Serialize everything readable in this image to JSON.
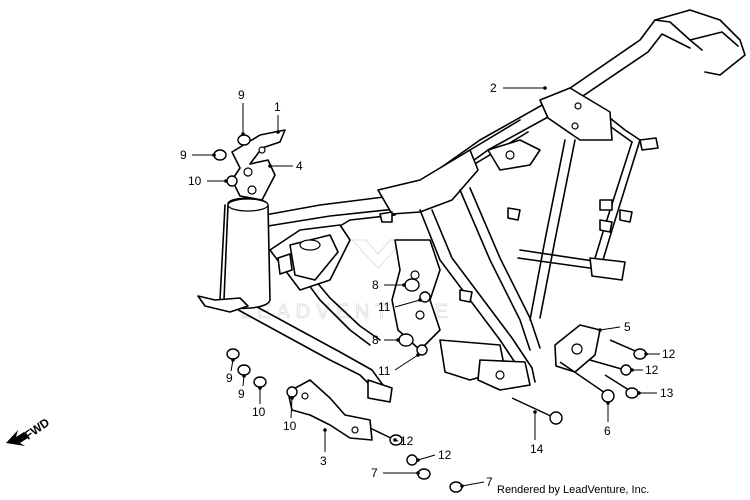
{
  "watermark": "LEADVENTURE",
  "fwd_label": "FWD",
  "credit": "Rendered by LeadVenture, Inc.",
  "callouts": [
    {
      "id": "2",
      "label": "2"
    },
    {
      "id": "9a",
      "label": "9"
    },
    {
      "id": "1",
      "label": "1"
    },
    {
      "id": "9b",
      "label": "9"
    },
    {
      "id": "4",
      "label": "4"
    },
    {
      "id": "10a",
      "label": "10"
    },
    {
      "id": "8a",
      "label": "8"
    },
    {
      "id": "11a",
      "label": "11"
    },
    {
      "id": "8b",
      "label": "8"
    },
    {
      "id": "11b",
      "label": "11"
    },
    {
      "id": "5",
      "label": "5"
    },
    {
      "id": "12a",
      "label": "12"
    },
    {
      "id": "12b",
      "label": "12"
    },
    {
      "id": "13",
      "label": "13"
    },
    {
      "id": "6",
      "label": "6"
    },
    {
      "id": "9c",
      "label": "9"
    },
    {
      "id": "9d",
      "label": "9"
    },
    {
      "id": "10b",
      "label": "10"
    },
    {
      "id": "10c",
      "label": "10"
    },
    {
      "id": "3",
      "label": "3"
    },
    {
      "id": "12c",
      "label": "12"
    },
    {
      "id": "12d",
      "label": "12"
    },
    {
      "id": "7a",
      "label": "7"
    },
    {
      "id": "7b",
      "label": "7"
    },
    {
      "id": "14",
      "label": "14"
    }
  ]
}
